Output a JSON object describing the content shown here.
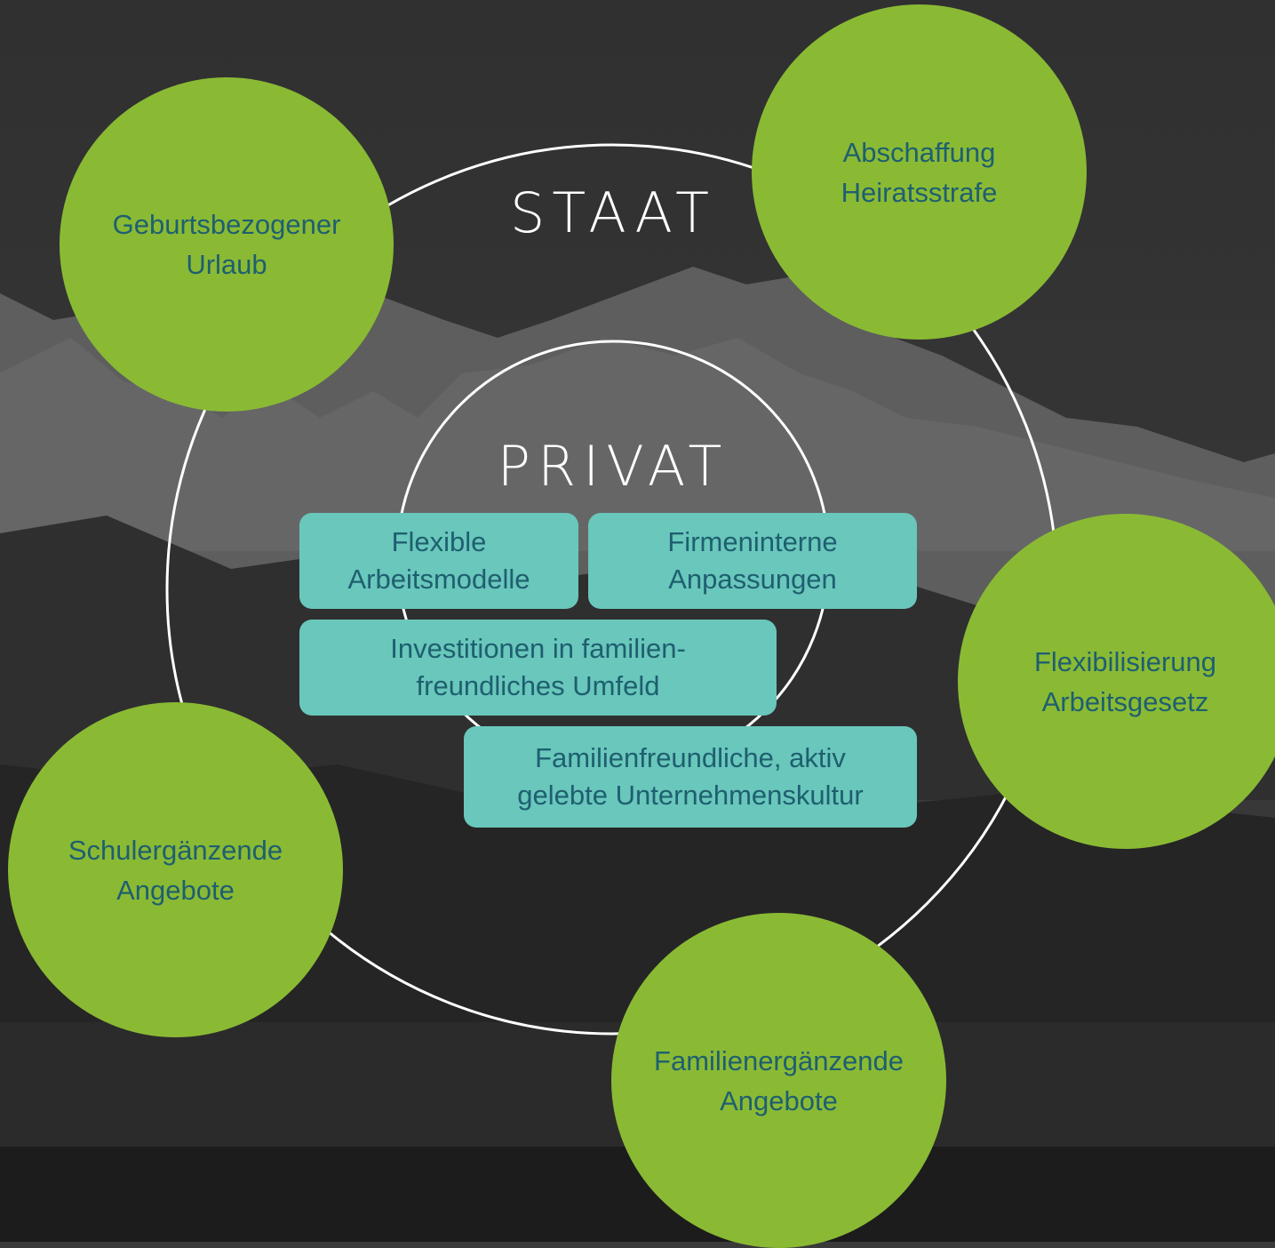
{
  "outer_ring": {
    "label": "STAAT"
  },
  "inner_ring": {
    "label": "PRIVAT"
  },
  "state_measures": [
    {
      "line1": "Geburtsbezogener",
      "line2": "Urlaub"
    },
    {
      "line1": "Abschaffung",
      "line2": "Heiratsstrafe"
    },
    {
      "line1": "Flexibilisierung",
      "line2": "Arbeitsgesetz"
    },
    {
      "line1": "Familienergänzende",
      "line2": "Angebote"
    },
    {
      "line1": "Schulergänzende",
      "line2": "Angebote"
    }
  ],
  "private_measures": [
    {
      "line1": "Flexible",
      "line2": "Arbeitsmodelle"
    },
    {
      "line1": "Firmeninterne",
      "line2": "Anpassungen"
    },
    {
      "line1": "Investitionen in familien-",
      "line2": "freundliches Umfeld"
    },
    {
      "line1": "Familienfreundliche, aktiv",
      "line2": "gelebte Unternehmenskultur"
    }
  ],
  "colors": {
    "state_circle": "#8aba34",
    "private_box": "#69c7bb",
    "text": "#1e5f70",
    "ring": "#ffffff"
  }
}
